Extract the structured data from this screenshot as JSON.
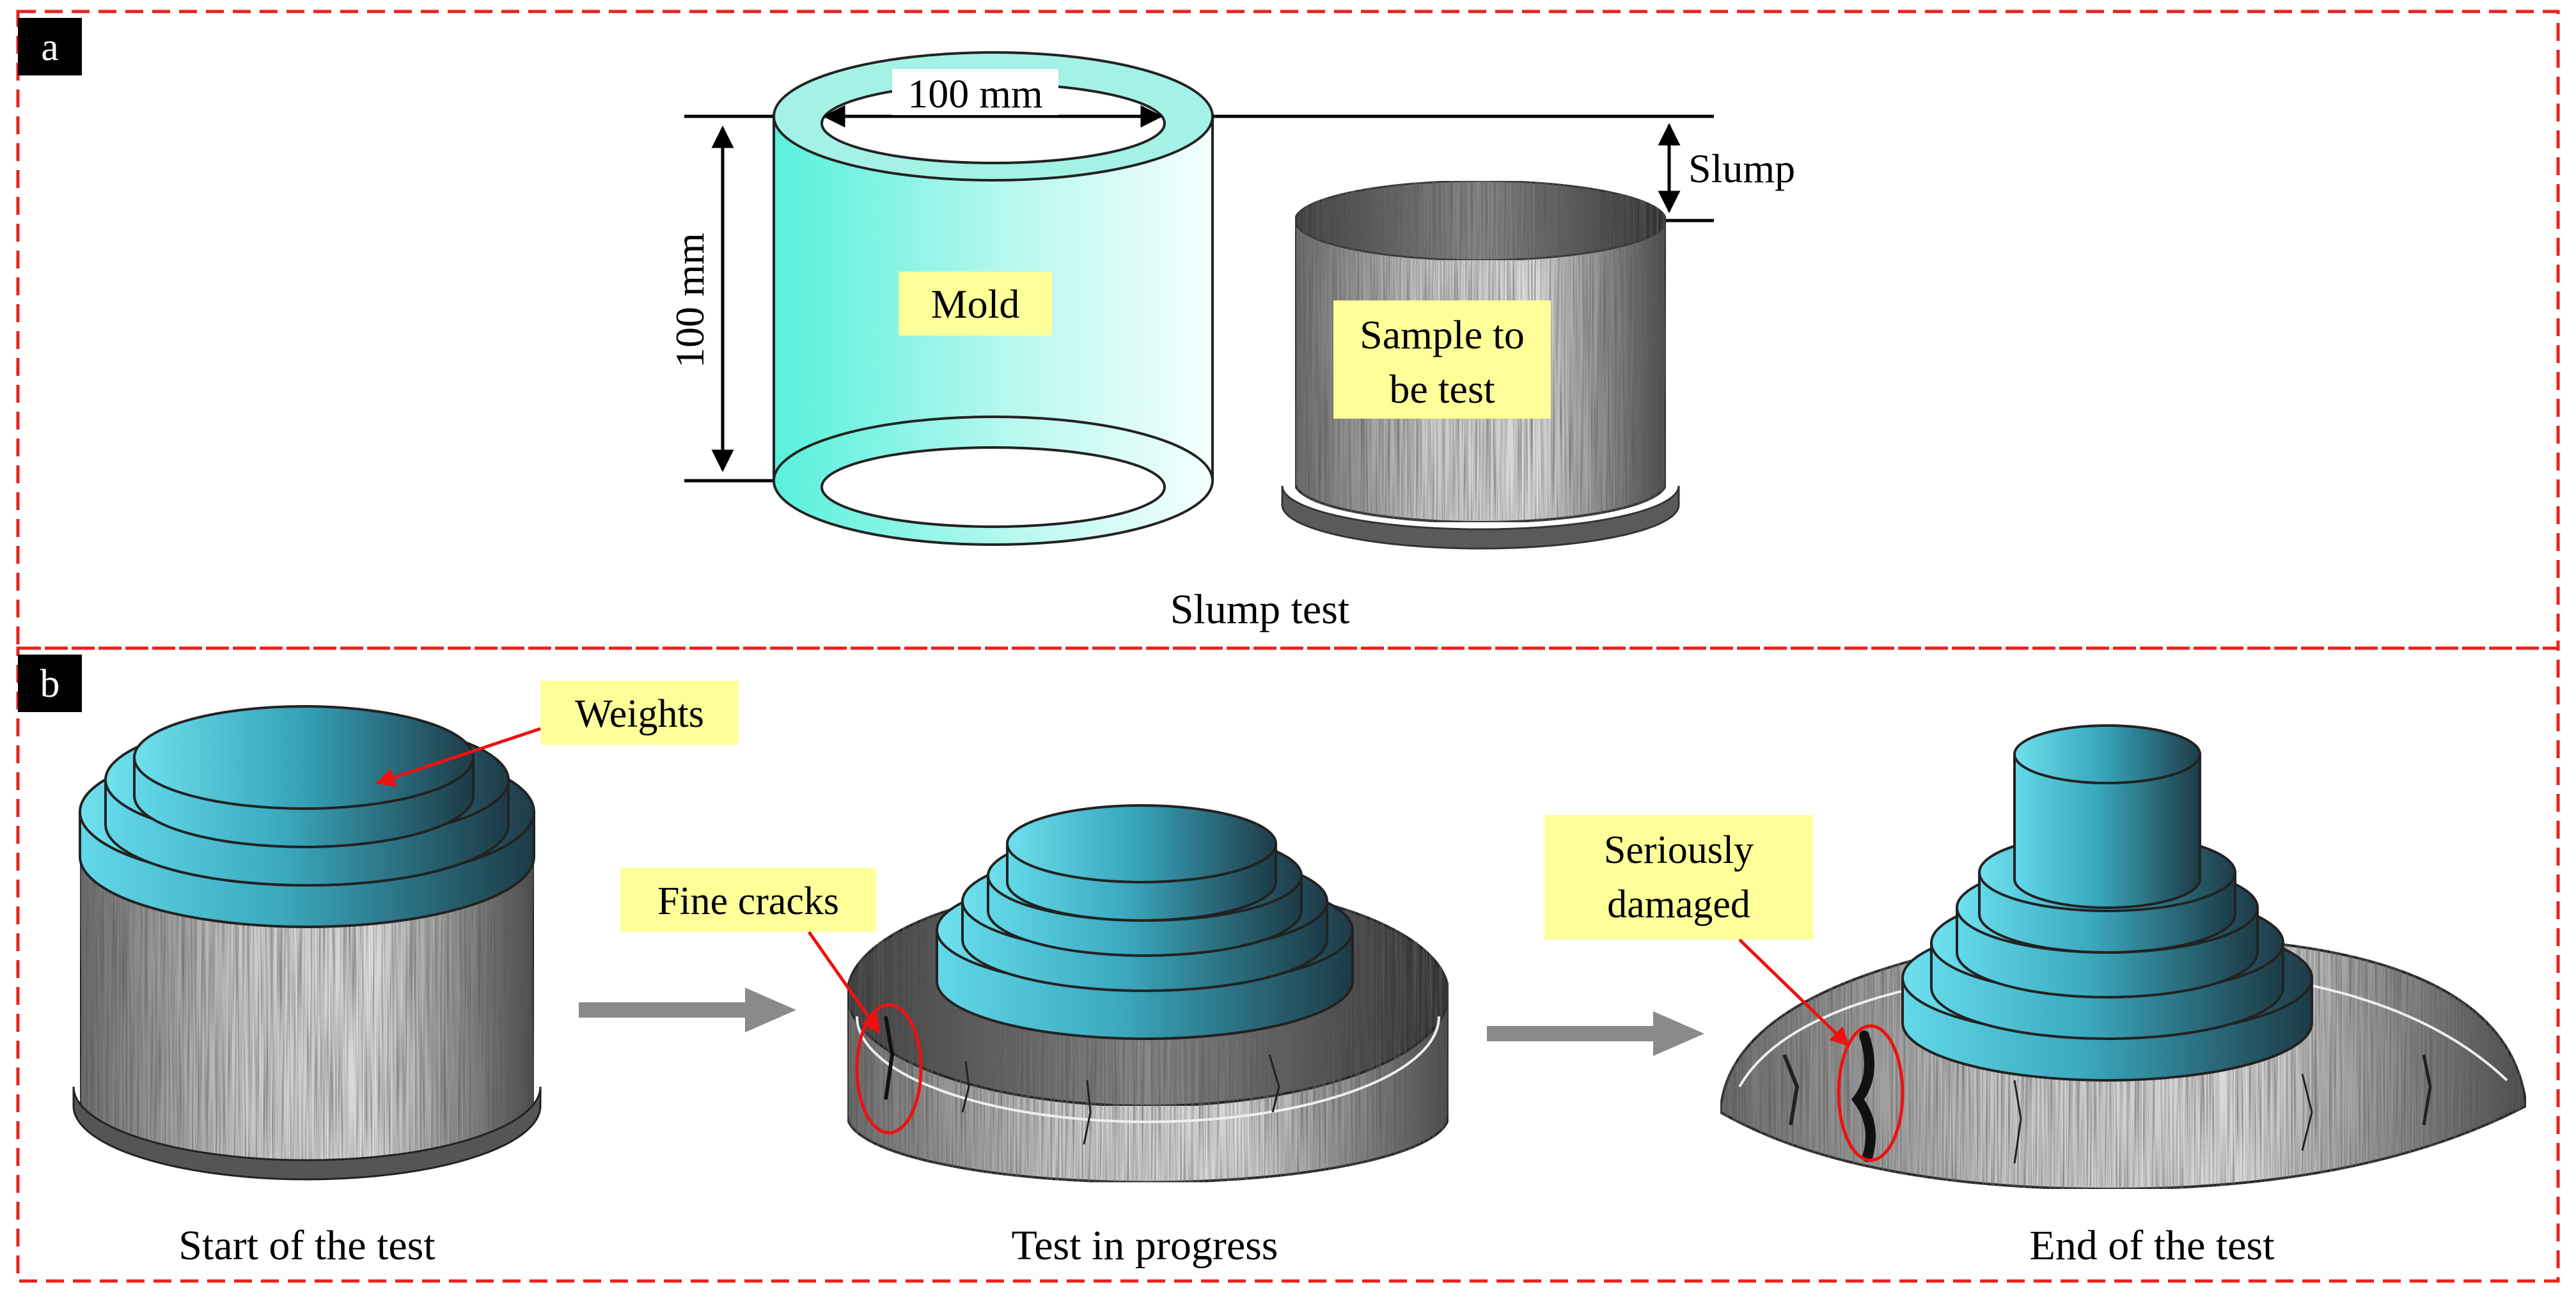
{
  "panels": {
    "a": {
      "badge": "a",
      "mold_diameter_label": "100 mm",
      "mold_height_label": "100 mm",
      "slump_label": "Slump",
      "mold_label": "Mold",
      "sample_label_line1": "Sample to",
      "sample_label_line2": "be test",
      "caption": "Slump test"
    },
    "b": {
      "badge": "b",
      "weights_label": "Weights",
      "fine_cracks_label": "Fine cracks",
      "damaged_label_line1": "Seriously",
      "damaged_label_line2": "damaged",
      "caption_start": "Start of the test",
      "caption_progress": "Test in progress",
      "caption_end": "End of the test"
    }
  },
  "colors": {
    "frame_dash": "#e8221c",
    "label_bg": "#ffff99",
    "weight_light": "#5fd6e6",
    "weight_dark": "#1f3f4c",
    "mold_cyan": "#5ff3df",
    "arrow_gray": "#8a8a8a",
    "annotation_red": "#ee1111"
  }
}
